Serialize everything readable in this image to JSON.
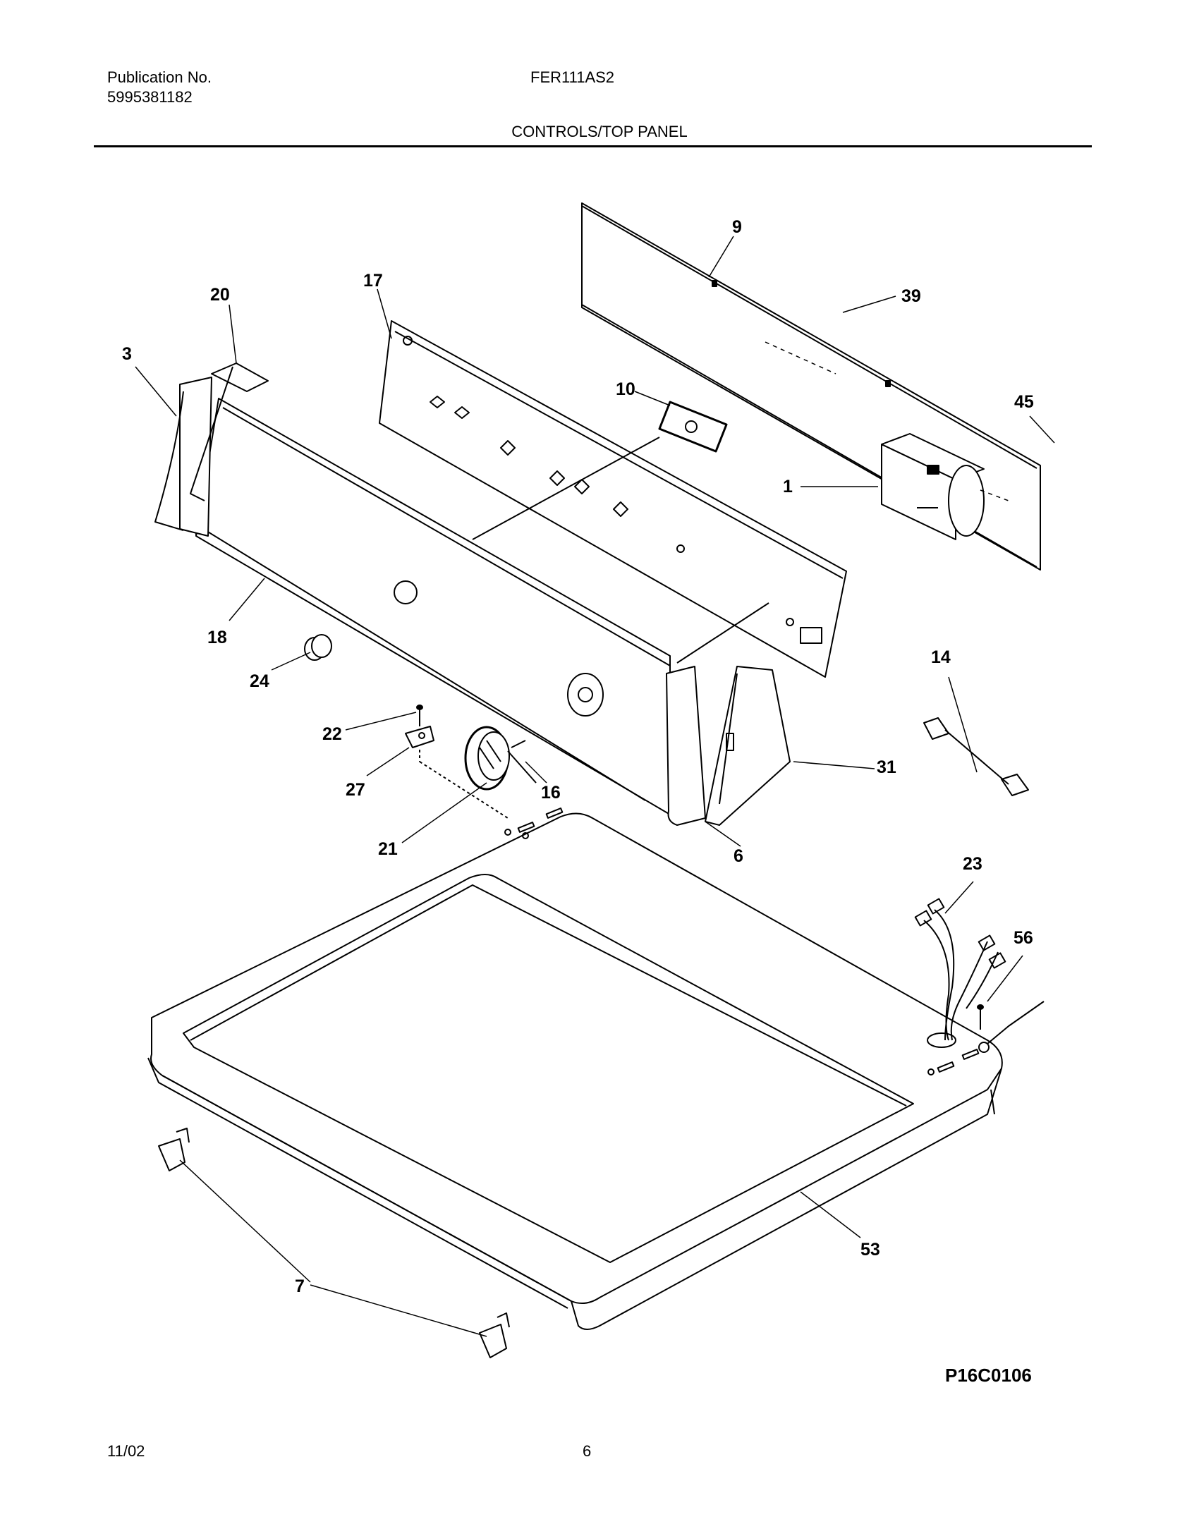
{
  "header": {
    "publication_label": "Publication No.",
    "publication_number": "5995381182",
    "model": "FER111AS2",
    "section_title": "CONTROLS/TOP PANEL"
  },
  "callouts": {
    "c1": "1",
    "c3": "3",
    "c6": "6",
    "c7": "7",
    "c9": "9",
    "c10": "10",
    "c14": "14",
    "c16": "16",
    "c17": "17",
    "c18": "18",
    "c20": "20",
    "c21": "21",
    "c22": "22",
    "c23": "23",
    "c24": "24",
    "c27": "27",
    "c31": "31",
    "c39": "39",
    "c45": "45",
    "c53": "53",
    "c56": "56"
  },
  "diagram_code": "P16C0106",
  "footer": {
    "date": "11/02",
    "page": "6"
  }
}
